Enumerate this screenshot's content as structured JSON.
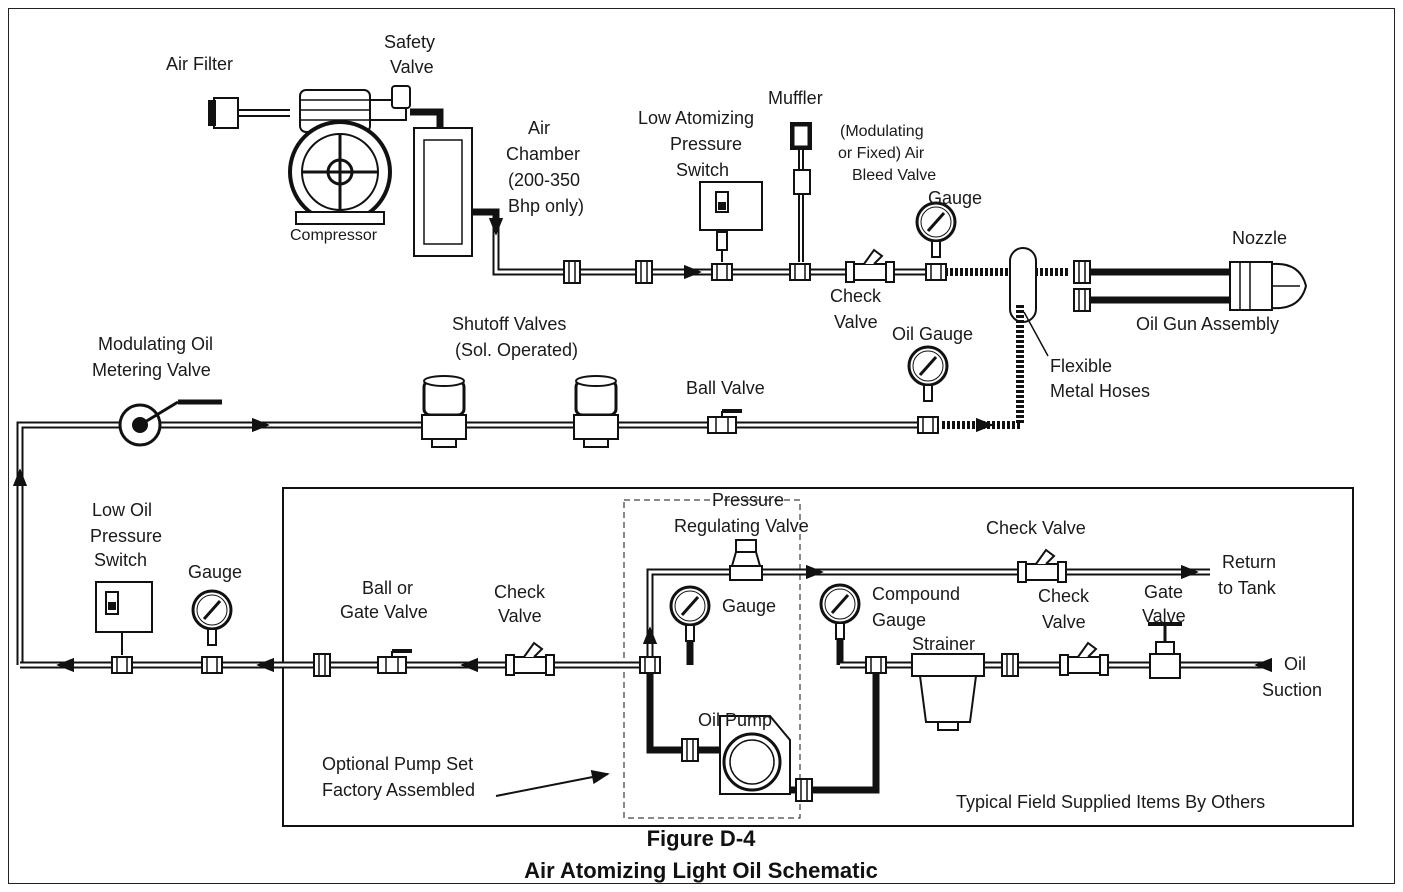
{
  "diagram": {
    "caption": {
      "figure": "Figure D-4",
      "title": "Air Atomizing Light Oil Schematic"
    },
    "labels": {
      "air_filter": "Air Filter",
      "safety_valve": [
        "Safety",
        "Valve"
      ],
      "compressor": "Compressor",
      "air_chamber": [
        "Air",
        "Chamber",
        "(200-350",
        "Bhp only)"
      ],
      "low_atomizing": [
        "Low Atomizing",
        "Pressure",
        "Switch"
      ],
      "muffler": "Muffler",
      "air_bleed": [
        "(Modulating",
        "or Fixed) Air",
        "Bleed Valve"
      ],
      "gauge_top": "Gauge",
      "check_valve_top": [
        "Check",
        "Valve"
      ],
      "nozzle": "Nozzle",
      "oil_gun": "Oil Gun Assembly",
      "flexible_hoses": [
        "Flexible",
        "Metal Hoses"
      ],
      "oil_gauge": "Oil Gauge",
      "modulating_oil": [
        "Modulating Oil",
        "Metering Valve"
      ],
      "shutoff_valves": [
        "Shutoff Valves",
        "(Sol. Operated)"
      ],
      "ball_valve": "Ball Valve",
      "low_oil_pressure": [
        "Low Oil",
        "Pressure",
        "Switch"
      ],
      "gauge_left": "Gauge",
      "ball_or_gate": [
        "Ball or",
        "Gate Valve"
      ],
      "check_valve_mid": [
        "Check",
        "Valve"
      ],
      "pressure_regulating": [
        "Pressure",
        "Regulating Valve"
      ],
      "gauge_pump": "Gauge",
      "oil_pump": "Oil Pump",
      "optional_pump": [
        "Optional Pump Set",
        "Factory Assembled"
      ],
      "check_valve_return": "Check Valve",
      "return_to_tank": [
        "Return",
        "to Tank"
      ],
      "compound_gauge": [
        "Compound",
        "Gauge"
      ],
      "strainer": "Strainer",
      "check_valve_suction": [
        "Check",
        "Valve"
      ],
      "gate_valve": [
        "Gate",
        "Valve"
      ],
      "oil_suction": [
        "Oil",
        "Suction"
      ],
      "typical_field": "Typical Field Supplied Items By Others"
    }
  }
}
